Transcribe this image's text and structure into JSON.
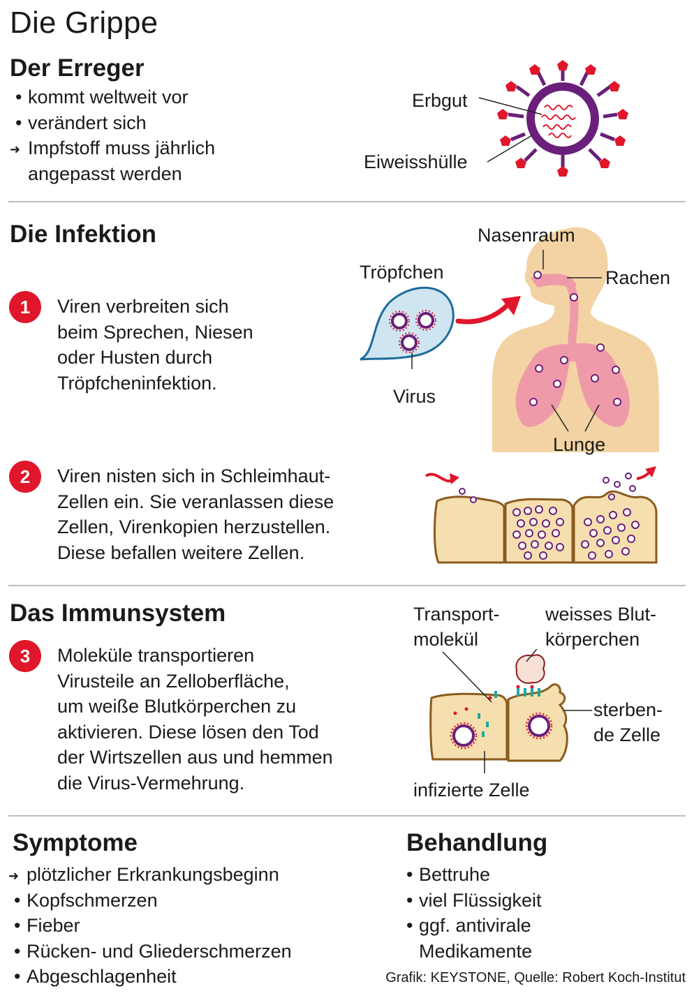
{
  "title": "Die Grippe",
  "erreger": {
    "heading": "Der Erreger",
    "bullets": [
      "kommt weltweit vor",
      "verändert sich"
    ],
    "arrow_line1": "Impfstoff muss jährlich",
    "arrow_line2": "angepasst werden",
    "label_erbgut": "Erbgut",
    "label_huelle": "Eiweisshülle"
  },
  "infektion": {
    "heading": "Die Infektion",
    "step1_number": "1",
    "step1_text": [
      "Viren verbreiten sich",
      "beim Sprechen, Niesen",
      "oder Husten durch",
      "Tröpfcheninfektion."
    ],
    "label_tropfchen": "Tröpfchen",
    "label_virus": "Virus",
    "label_nasenraum": "Nasenraum",
    "label_rachen": "Rachen",
    "label_lunge": "Lunge",
    "step2_number": "2",
    "step2_text": [
      "Viren nisten sich in Schleimhaut-",
      "Zellen ein. Sie veranlassen diese",
      "Zellen, Virenkopien herzustellen.",
      "Diese befallen weitere Zellen."
    ]
  },
  "immun": {
    "heading": "Das Immunsystem",
    "step3_number": "3",
    "step3_text": [
      "Moleküle transportieren",
      "Virusteile an Zelloberfläche,",
      "um weiße Blutkörperchen zu",
      "aktivieren. Diese lösen den Tod",
      "der Wirtszellen aus und hemmen",
      "die Virus-Vermehrung."
    ],
    "label_transport": [
      "Transport-",
      "molekül"
    ],
    "label_blut": [
      "weisses Blut-",
      "körperchen"
    ],
    "label_sterbende": [
      "sterben-",
      "de Zelle"
    ],
    "label_infiziert": "infizierte Zelle"
  },
  "symptome": {
    "heading": "Symptome",
    "arrow_item": "plötzlicher Erkrankungsbeginn",
    "bullets": [
      "Kopfschmerzen",
      "Fieber",
      "Rücken- und Gliederschmerzen",
      "Abgeschlagenheit"
    ]
  },
  "behandlung": {
    "heading": "Behandlung",
    "bullets": [
      "Bettruhe",
      "viel Flüssigkeit",
      "ggf. antivirale"
    ],
    "continuation": "Medikamente"
  },
  "source": "Grafik: KEYSTONE, Quelle: Robert Koch-Institut",
  "colors": {
    "accent_red": "#e0162b",
    "virus_purple": "#6a1f7a",
    "skin": "#f3d3a3",
    "lung_pink": "#ef9aa9",
    "cell_fill": "#f6dfae",
    "cell_border": "#8a5a1e"
  }
}
